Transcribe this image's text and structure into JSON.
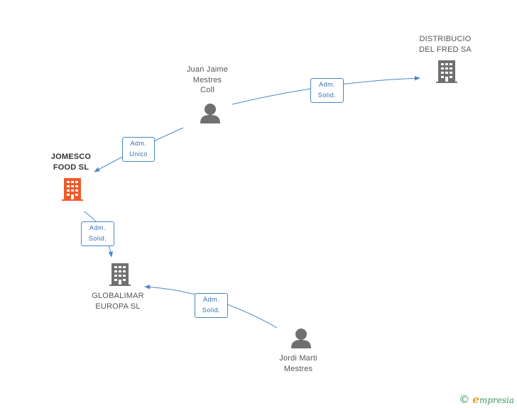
{
  "nodes": {
    "distribucio": {
      "lines": [
        "DISTRIBUCIO",
        "DEL FRED SA"
      ],
      "type": "company",
      "color": "#707070"
    },
    "juan": {
      "lines": [
        "Juan Jaime",
        "Mestres",
        "Coll"
      ],
      "type": "person",
      "color": "#707070"
    },
    "jomesco": {
      "lines": [
        "JOMESCO",
        "FOOD SL"
      ],
      "type": "company",
      "color": "#ee5a2a",
      "focus": true
    },
    "globalimar": {
      "lines": [
        "GLOBALIMAR",
        "EUROPA SL"
      ],
      "type": "company",
      "color": "#707070"
    },
    "jordi": {
      "lines": [
        "Jordi Marti",
        "Mestres"
      ],
      "type": "person",
      "color": "#707070"
    }
  },
  "relations": {
    "juan_distribucio": {
      "lines": [
        "Adm.",
        "Solid."
      ]
    },
    "juan_jomesco": {
      "lines": [
        "Adm.",
        "Unico"
      ]
    },
    "jomesco_globalimar": {
      "lines": [
        "Adm.",
        "Solid."
      ]
    },
    "jordi_globalimar": {
      "lines": [
        "Adm.",
        "Solid."
      ]
    }
  },
  "colors": {
    "edge": "#4a86c8",
    "label": "#2f6db5"
  },
  "footer": {
    "copyright": "©",
    "brand_initial": "e",
    "brand_rest": "mpresia"
  }
}
